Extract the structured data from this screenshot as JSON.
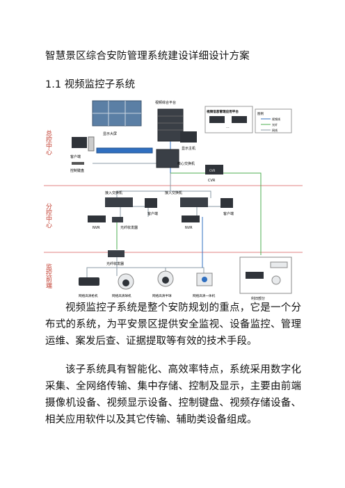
{
  "doc": {
    "title": "智慧景区综合安防管理系统建设详细设计方案",
    "section_heading": "1.1 视频监控子系统",
    "paragraphs": [
      "视频监控子系统是整个安防规划的重点，它是一个分布式的系统，为平安景区提供安全监视、设备监控、管理运维、案发后查、证据提取等有效的技术手段。",
      "该子系统具有智能化、高效率特点，系统采用数字化采集、全网络传输、集中存储、控制及显示，主要由前端摄像机设备、视频显示设备、控制键盘、视频存储设备、相关应用软件以及其它传输、辅助类设备组成。"
    ]
  },
  "diagram": {
    "zones": {
      "center": "总控中心",
      "sub": "分控中心",
      "front": "监控前端"
    },
    "labels": {
      "platform": "视频综合平台",
      "mgmt_platform": "视频信息管理应用平台",
      "legend_title": "图例",
      "legend_1": "视频线",
      "legend_2": "光纤",
      "legend_3": "网线",
      "wall": "显示大屏",
      "client_center": "客户端",
      "keyboard": "控制键盘",
      "display_host": "显示主机",
      "core_switch": "核心交换机",
      "cvr": "CVR",
      "cvr_box": "CVR",
      "access_switch_1": "接入交换机",
      "access_switch_2": "接入交换机",
      "client_1": "客户端",
      "client_2": "客户端",
      "nvr_1": "NVR",
      "nvr_2": "NVR",
      "fiber_tx_1": "光纤收发器",
      "fiber_tx_2": "光纤收发器",
      "cam_1": "网络高清枪机",
      "cam_2": "网络高清球机",
      "cam_3": "网络高清半球",
      "cam_4": "网络高清一体机",
      "others": "利旧部分",
      "dots": "..."
    }
  },
  "colors": {
    "zone_label": "#c0392b",
    "zone_line": "#e08080",
    "cable_blue": "#2f6fc0",
    "cable_green": "#4caf50",
    "cable_gray": "#8a9aa5"
  }
}
